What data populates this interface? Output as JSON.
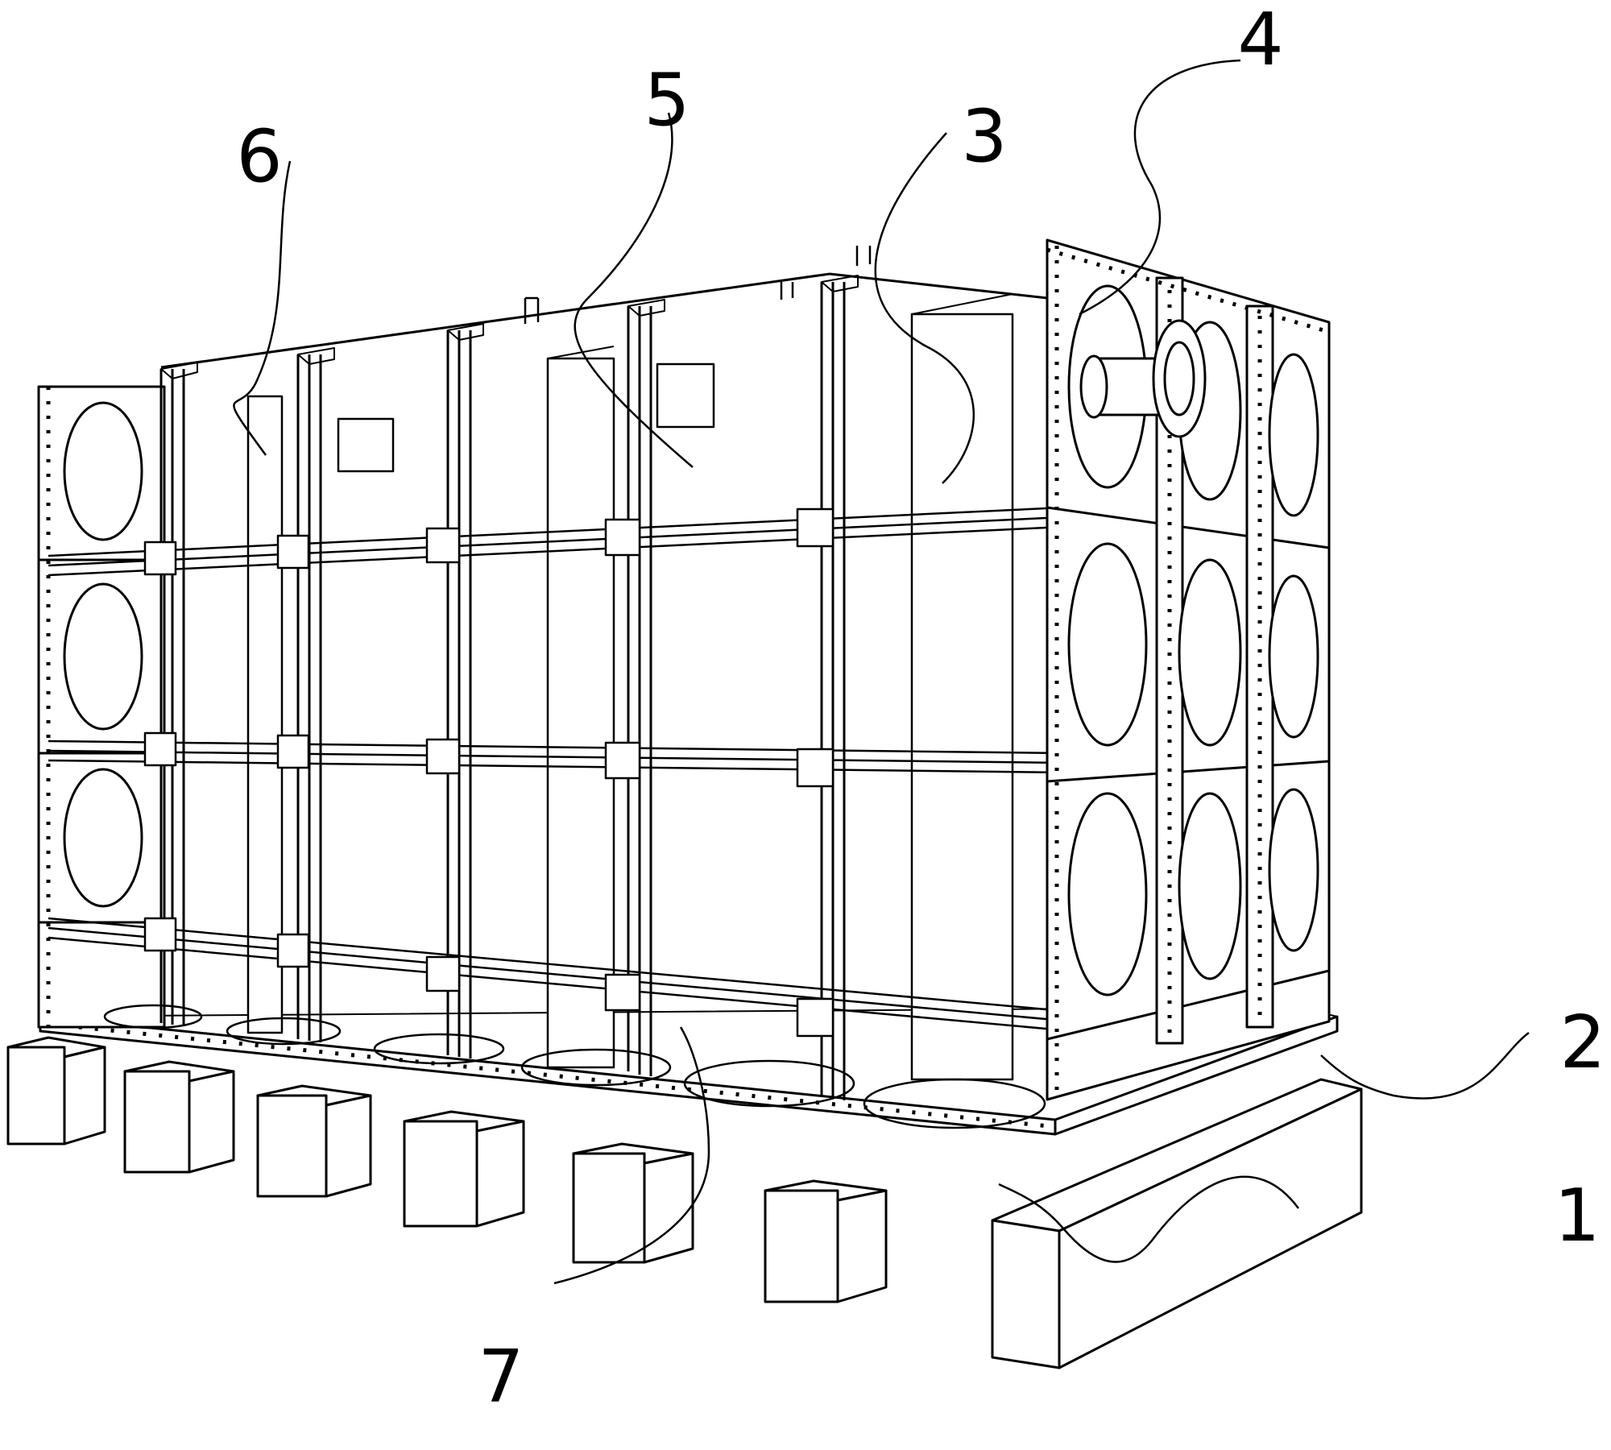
{
  "figure": {
    "callouts": [
      {
        "id": "1",
        "label": "1"
      },
      {
        "id": "2",
        "label": "2"
      },
      {
        "id": "3",
        "label": "3"
      },
      {
        "id": "4",
        "label": "4"
      },
      {
        "id": "5",
        "label": "5"
      },
      {
        "id": "6",
        "label": "6"
      },
      {
        "id": "7",
        "label": "7"
      }
    ],
    "line_color": "#000000",
    "background": "#ffffff"
  }
}
